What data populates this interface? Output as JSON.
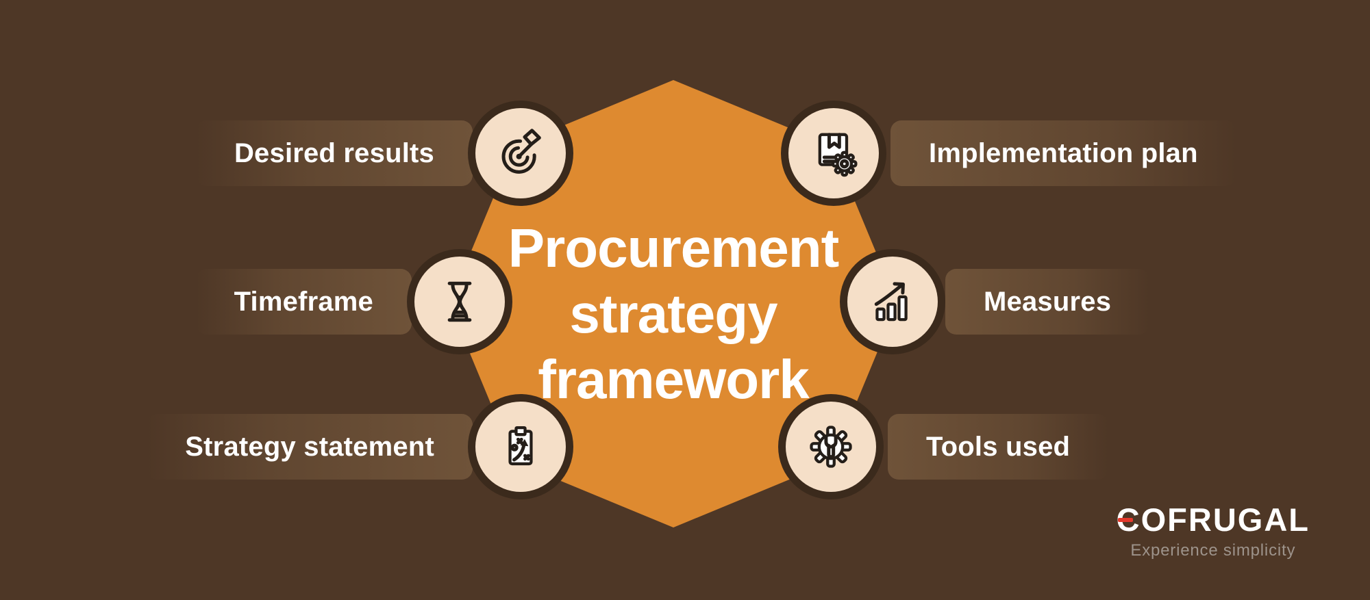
{
  "title": {
    "lines": [
      "Procurement",
      "strategy",
      "framework"
    ]
  },
  "items": [
    {
      "id": "desired-results",
      "label": "Desired results",
      "icon": "target-dart-icon",
      "side": "left"
    },
    {
      "id": "implementation-plan",
      "label": "Implementation plan",
      "icon": "book-gear-icon",
      "side": "right"
    },
    {
      "id": "timeframe",
      "label": "Timeframe",
      "icon": "hourglass-icon",
      "side": "left"
    },
    {
      "id": "measures",
      "label": "Measures",
      "icon": "growth-chart-icon",
      "side": "right"
    },
    {
      "id": "strategy-statement",
      "label": "Strategy statement",
      "icon": "tactics-board-icon",
      "side": "left"
    },
    {
      "id": "tools-used",
      "label": "Tools used",
      "icon": "gear-wrench-icon",
      "side": "right"
    }
  ],
  "logo": {
    "brand": "GOFRUGAL",
    "g_char": "C",
    "rest": "OFRUGAL",
    "tagline": "Experience simplicity"
  },
  "colors": {
    "background": "#4E3726",
    "octagon": "#DE8A30",
    "circle_fill": "#F5DFC8",
    "circle_ring": "#3B2A1C",
    "pill_light": "#6F5339",
    "text": "#FFFFFF",
    "icon_stroke": "#241E19",
    "logo_red": "#E6392C",
    "tagline_gray": "#9D938B"
  }
}
